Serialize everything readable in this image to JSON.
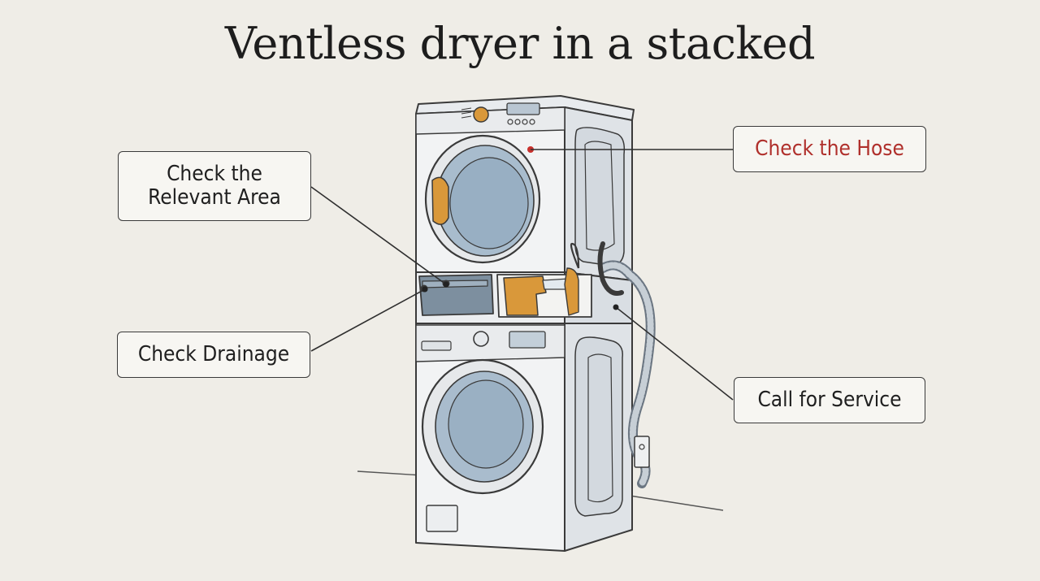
{
  "title": "Ventless dryer in a stacked",
  "callouts": {
    "relevant_area": "Check the\nRelevant Area",
    "drainage": "Check Drainage",
    "hose": "Check the Hose",
    "service": "Call for Service"
  },
  "colors": {
    "background": "#efede7",
    "hose_label": "#b0302c",
    "accent_orange": "#d9983a",
    "drum_blue": "#9db3c6",
    "outline": "#3a3a3a"
  }
}
